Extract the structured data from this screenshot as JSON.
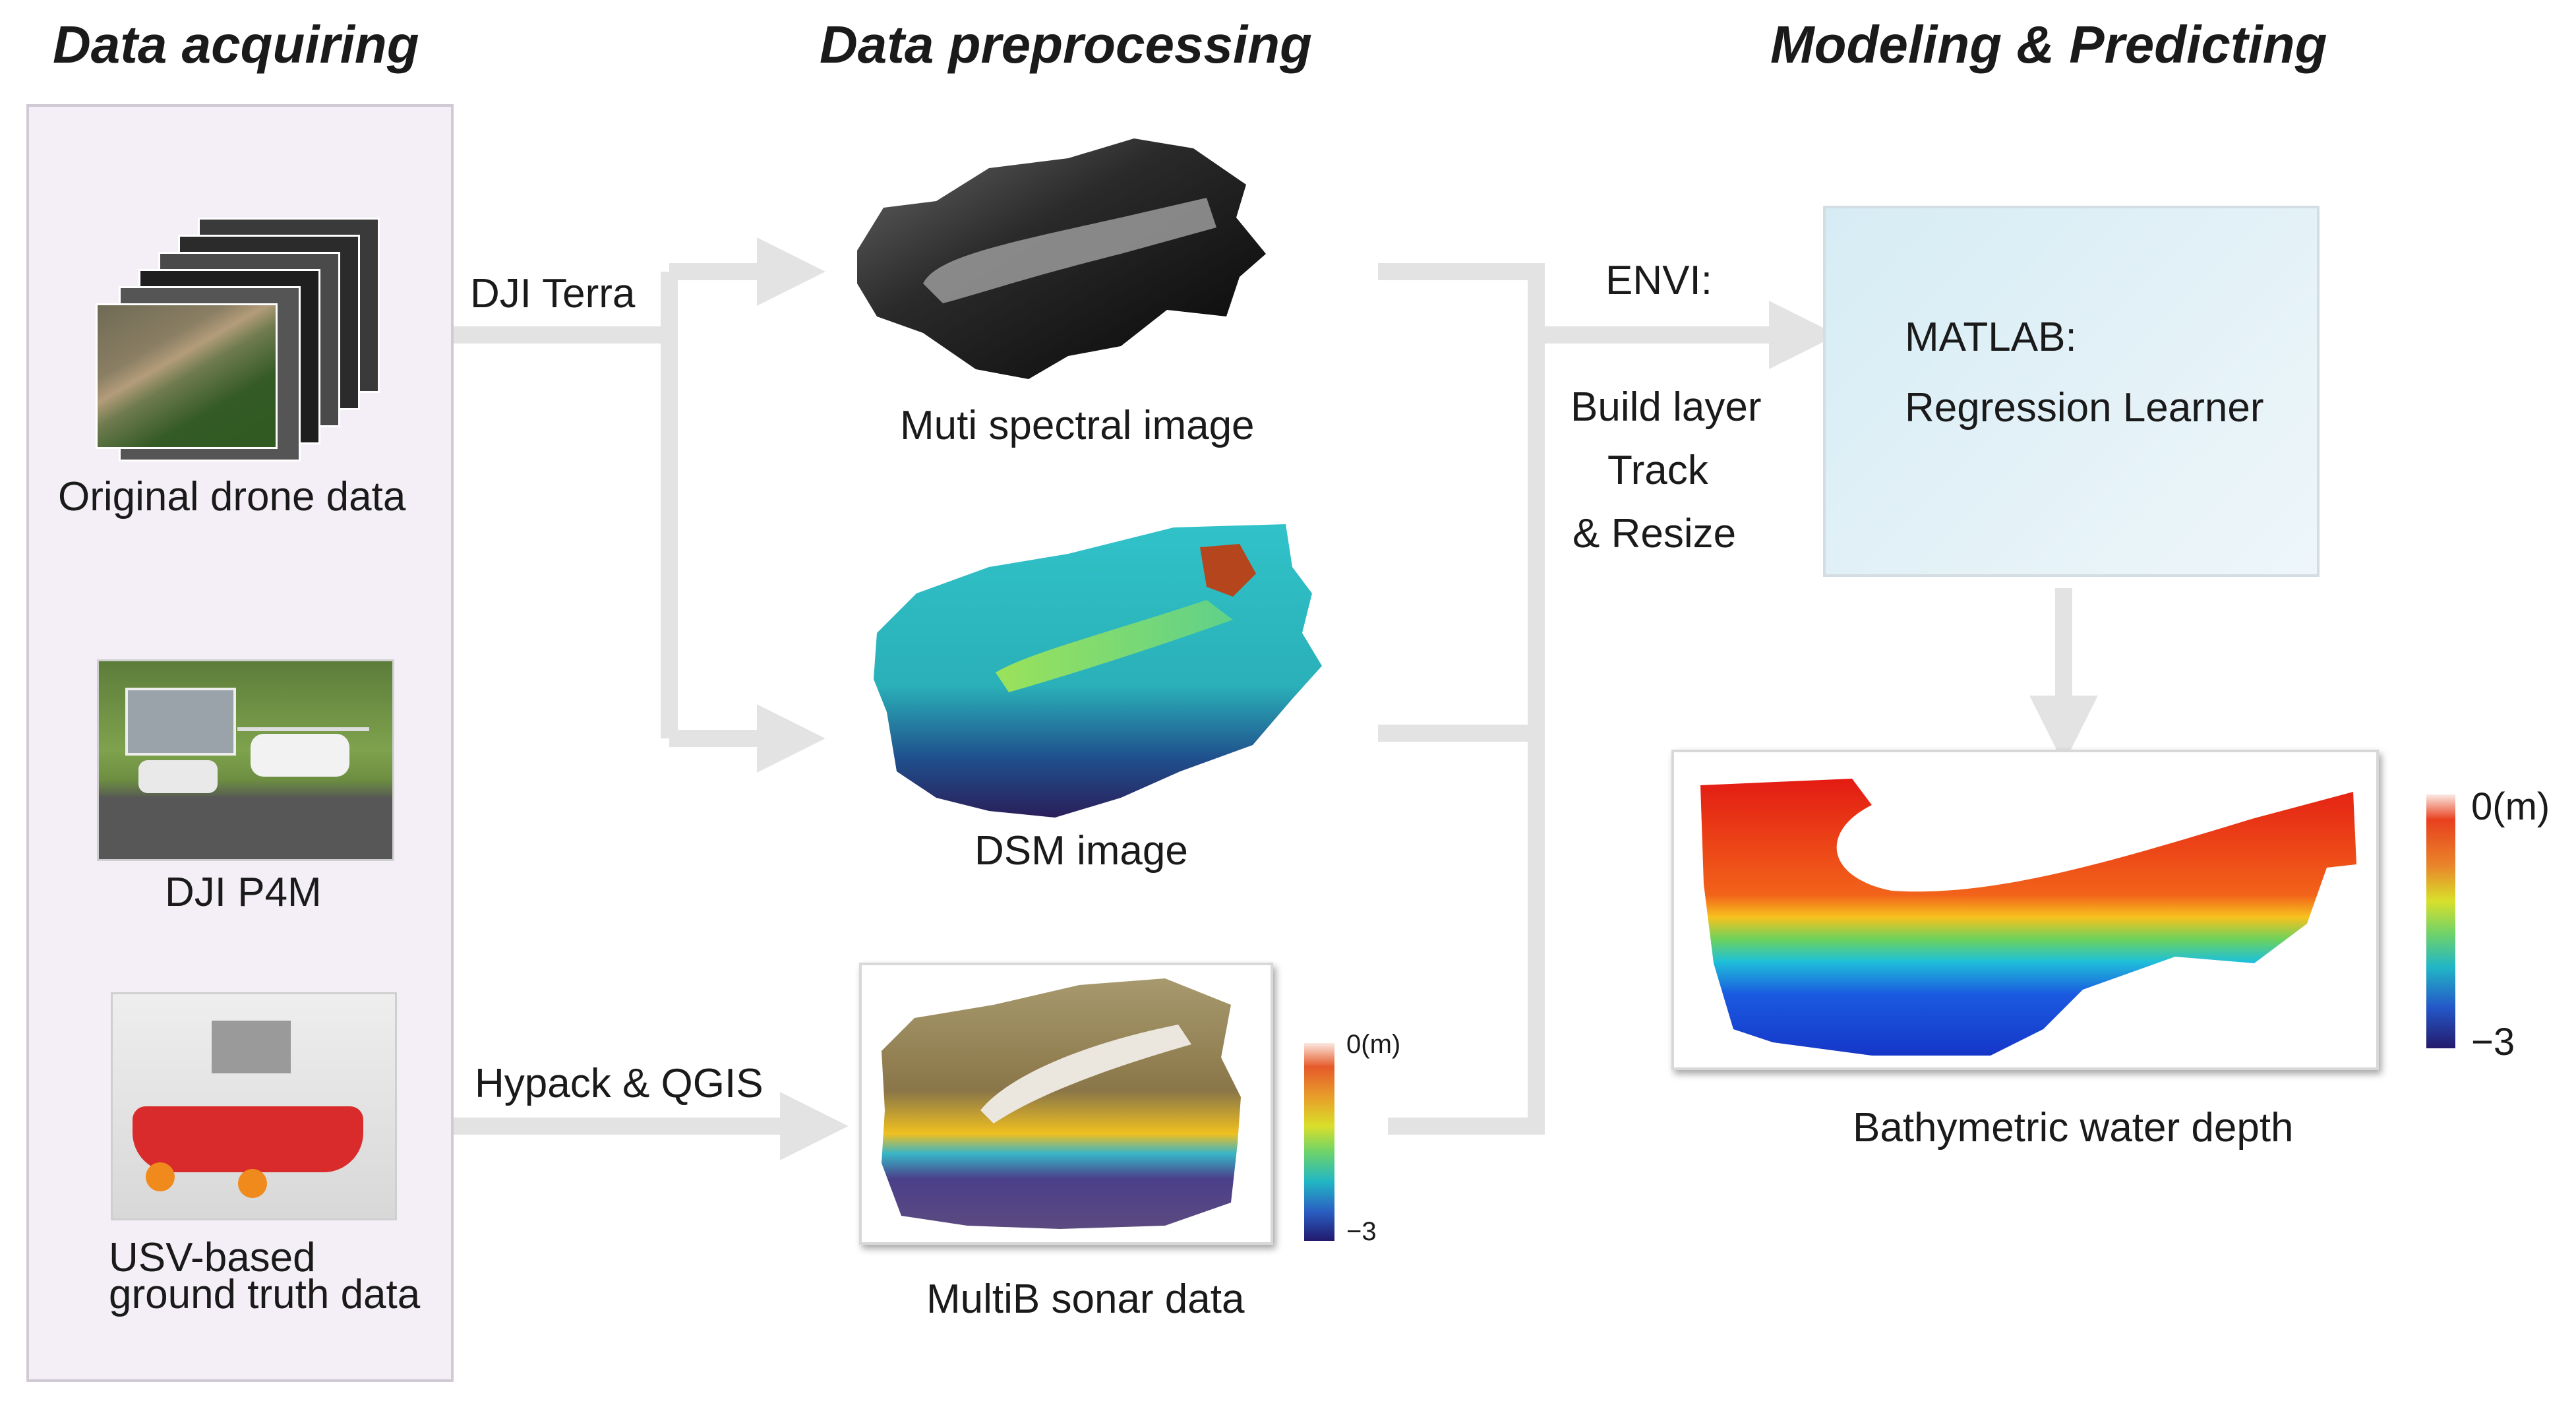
{
  "headings": {
    "acquiring": "Data acquiring",
    "preprocessing": "Data preprocessing",
    "modeling": "Modeling & Predicting"
  },
  "acquiring": {
    "original_drone_data": "Original drone data",
    "drone_name": "DJI P4M",
    "usv_line1": "USV-based",
    "usv_line2": "ground truth data"
  },
  "arrows": {
    "dji_terra": "DJI Terra",
    "hypack_qgis": "Hypack & QGIS",
    "envi": "ENVI:",
    "envi_step1": "Build layer",
    "envi_step2": "Track",
    "envi_step3": "& Resize"
  },
  "preprocessing": {
    "multispectral": "Muti spectral image",
    "dsm": "DSM image",
    "sonar": "MultiB sonar data",
    "sonar_scale_top": "0(m)",
    "sonar_scale_bottom": "−3"
  },
  "modeling": {
    "matlab_line1": "MATLAB:",
    "matlab_line2": "Regression Learner",
    "bathymetry": "Bathymetric water depth",
    "scale_top": "0(m)",
    "scale_bottom": "−3"
  },
  "colors": {
    "arrow": "#e3e3e3",
    "panel": "#f4eff7",
    "matlab_box": "#dcedf4"
  }
}
